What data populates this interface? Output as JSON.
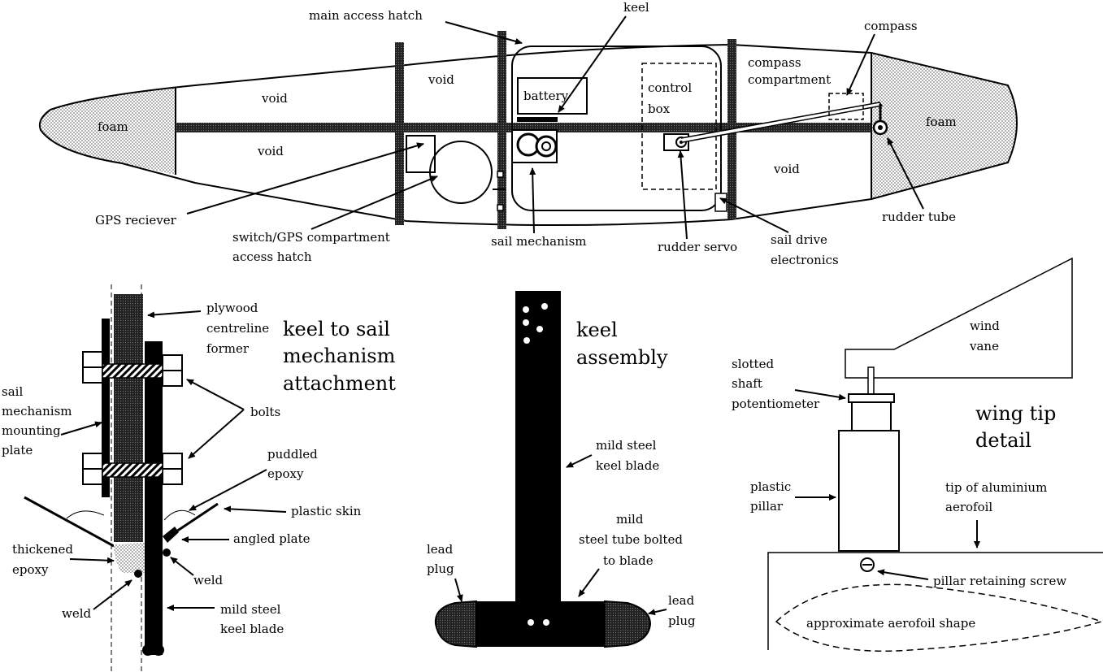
{
  "hull": {
    "labels": {
      "main_access_hatch": "main access hatch",
      "keel": "keel",
      "compass": "compass",
      "compass_compartment_1": "compass",
      "compass_compartment_2": "compartment",
      "void_1": "void",
      "void_2": "void",
      "void_3": "void",
      "void_4": "void",
      "foam_left": "foam",
      "foam_right": "foam",
      "battery": "battery",
      "control_box_1": "control",
      "control_box_2": "box",
      "gps_receiver": "GPS reciever",
      "switch_gps_hatch_1": "switch/GPS compartment",
      "switch_gps_hatch_2": "access hatch",
      "sail_mechanism": "sail mechanism",
      "rudder_servo": "rudder servo",
      "sail_drive_1": "sail drive",
      "sail_drive_2": "electronics",
      "rudder_tube": "rudder tube"
    }
  },
  "keel_attachment": {
    "title_1": "keel to sail",
    "title_2": "mechanism",
    "title_3": "attachment",
    "labels": {
      "plywood_1": "plywood",
      "plywood_2": "centreline",
      "plywood_3": "former",
      "sail_mount_1": "sail",
      "sail_mount_2": "mechanism",
      "sail_mount_3": "mounting",
      "sail_mount_4": "plate",
      "bolts": "bolts",
      "puddled_1": "puddled",
      "puddled_2": "epoxy",
      "plastic_skin": "plastic skin",
      "angled_plate": "angled plate",
      "thickened_1": "thickened",
      "thickened_2": "epoxy",
      "weld_right": "weld",
      "weld_left": "weld",
      "blade_1": "mild steel",
      "blade_2": "keel blade"
    }
  },
  "keel_assembly": {
    "title_1": "keel",
    "title_2": "assembly",
    "labels": {
      "blade_1": "mild steel",
      "blade_2": "keel blade",
      "tube_1": "mild",
      "tube_2": "steel tube bolted",
      "tube_3": "to blade",
      "lead_left_1": "lead",
      "lead_left_2": "plug",
      "lead_right_1": "lead",
      "lead_right_2": "plug"
    }
  },
  "wing_tip": {
    "title_1": "wing tip",
    "title_2": "detail",
    "labels": {
      "wind_vane_1": "wind",
      "wind_vane_2": "vane",
      "pot_1": "slotted",
      "pot_2": "shaft",
      "pot_3": "potentiometer",
      "pillar_1": "plastic",
      "pillar_2": "pillar",
      "tip_1": "tip of aluminium",
      "tip_2": "aerofoil",
      "screw": "pillar retaining screw",
      "aerofoil": "approximate aerofoil shape"
    }
  }
}
